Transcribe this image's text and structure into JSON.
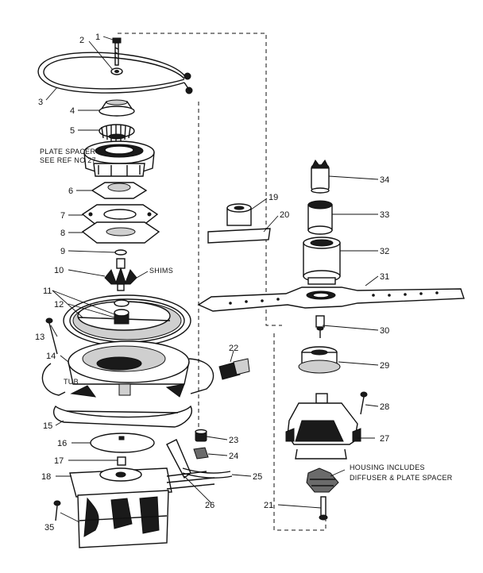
{
  "callouts": {
    "p1": "1",
    "p2": "2",
    "p3": "3",
    "p4": "4",
    "p5": "5",
    "p6": "6",
    "p7": "7",
    "p8": "8",
    "p9": "9",
    "p10": "10",
    "p11": "11",
    "p12": "12",
    "p13": "13",
    "p14": "14",
    "p15": "15",
    "p16": "16",
    "p17": "17",
    "p18": "18",
    "p19": "19",
    "p20": "20",
    "p21": "21",
    "p22": "22",
    "p23": "23",
    "p24": "24",
    "p25": "25",
    "p26": "26",
    "p27": "27",
    "p28": "28",
    "p29": "29",
    "p30": "30",
    "p31": "31",
    "p32": "32",
    "p33": "33",
    "p34": "34",
    "p35": "35"
  },
  "notes": {
    "plate_spacer_line1": "PLATE SPACER",
    "plate_spacer_line2": "SEE REF NO 27",
    "shims": "SHIMS",
    "tub": "TUB",
    "housing_line1": "HOUSING INCLUDES",
    "housing_line2": "DIFFUSER & PLATE SPACER"
  }
}
